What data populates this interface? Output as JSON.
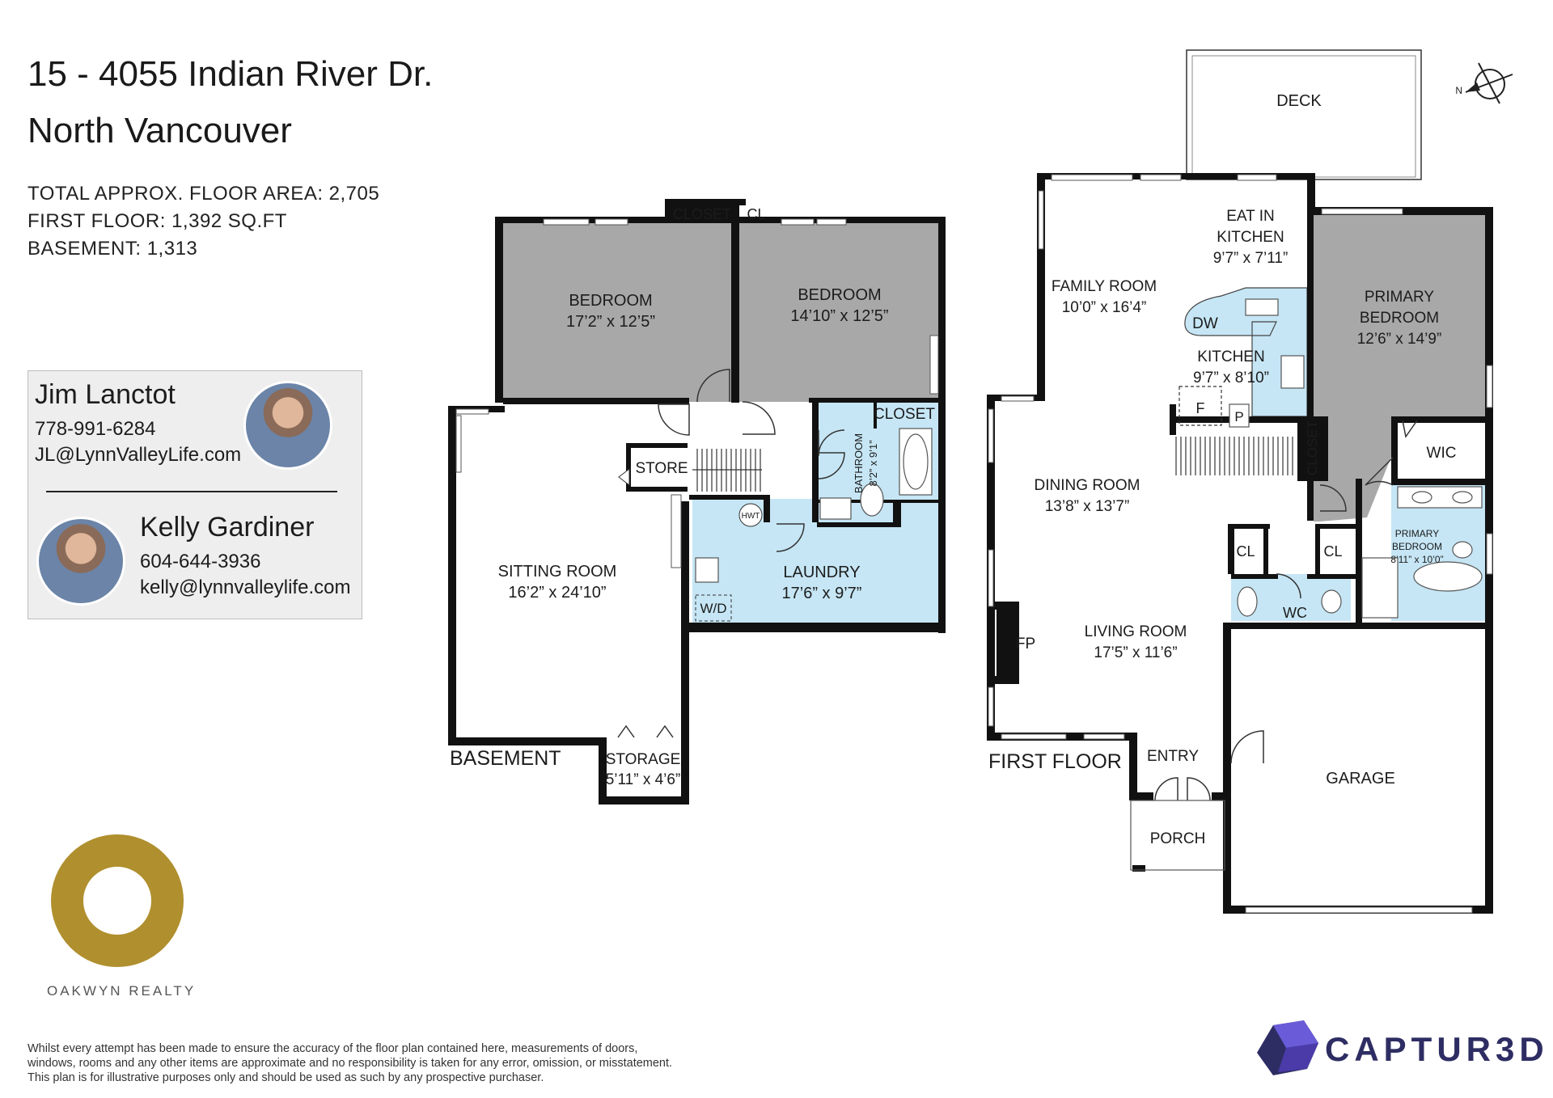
{
  "header": {
    "address_line1": "15 - 4055 Indian River Dr.",
    "address_line2": "North Vancouver",
    "total_area": "TOTAL APPROX. FLOOR AREA: 2,705",
    "first_floor_area": "FIRST FLOOR: 1,392 SQ.FT",
    "basement_area": "BASEMENT: 1,313"
  },
  "agents": [
    {
      "name": "Jim Lanctot",
      "phone": "778-991-6284",
      "email": "JL@LynnValleyLife.com"
    },
    {
      "name": "Kelly Gardiner",
      "phone": "604-644-3936",
      "email": "kelly@lynnvalleylife.com"
    }
  ],
  "basement": {
    "title": "BASEMENT",
    "closet": "CLOSET",
    "cl": "CL",
    "bedroom1": {
      "name": "BEDROOM",
      "dims": "17’2” x 12’5”"
    },
    "bedroom2": {
      "name": "BEDROOM",
      "dims": "14’10” x 12’5”"
    },
    "closet2": "CLOSET",
    "store": "STORE",
    "bathroom": {
      "name": "BATHROOM",
      "dims": "8’2” x 9’1”"
    },
    "hwt": "HWT",
    "sitting": {
      "name": "SITTING ROOM",
      "dims": "16’2” x 24’10”"
    },
    "laundry": {
      "name": "LAUNDRY",
      "dims": "17’6” x 9’7”"
    },
    "wd": "W/D",
    "storage": {
      "name": "STORAGE",
      "dims": "5’11” x 4’6”"
    }
  },
  "first_floor": {
    "title": "FIRST FLOOR",
    "deck": "DECK",
    "eat_in": {
      "name1": "EAT IN",
      "name2": "KITCHEN",
      "dims": "9’7” x 7’11”"
    },
    "family": {
      "name": "FAMILY ROOM",
      "dims": "10’0” x 16’4”"
    },
    "kitchen": {
      "name": "KITCHEN",
      "dims": "9’7” x 8’10”"
    },
    "dw": "DW",
    "f": "F",
    "p": "P",
    "primary": {
      "name1": "PRIMARY",
      "name2": "BEDROOM",
      "dims": "12’6” x 14’9”"
    },
    "wic": "WIC",
    "closet": "CLOSET",
    "dining": {
      "name": "DINING ROOM",
      "dims": "13’8” x 13’7”"
    },
    "cl1": "CL",
    "cl2": "CL",
    "wc": "WC",
    "primary_bath": {
      "name1": "PRIMARY",
      "name2": "BEDROOM",
      "dims": "8’11” x 10’0”"
    },
    "fp": "FP",
    "living": {
      "name": "LIVING ROOM",
      "dims": "17’5” x 11’6”"
    },
    "entry": "ENTRY",
    "porch": "PORCH",
    "garage": "GARAGE"
  },
  "compass": "N",
  "brand": {
    "oakwyn": "OAKWYN REALTY",
    "captur3d": "CAPTUR3D"
  },
  "disclaimer": [
    "Whilst every attempt has been made to ensure the accuracy of the floor plan contained here, measurements of doors,",
    "windows, rooms and any other items are approximate and no responsibility is taken for any error, omission, or misstatement.",
    "This plan is for illustrative purposes only and should be used as such by any prospective purchaser."
  ],
  "colors": {
    "gray_room": "#a8a8a8",
    "wet_room": "#c6e6f5",
    "wall": "#111111",
    "oakwyn_gold": "#b08f2e",
    "captur3d_blue": "#2e2d63"
  }
}
